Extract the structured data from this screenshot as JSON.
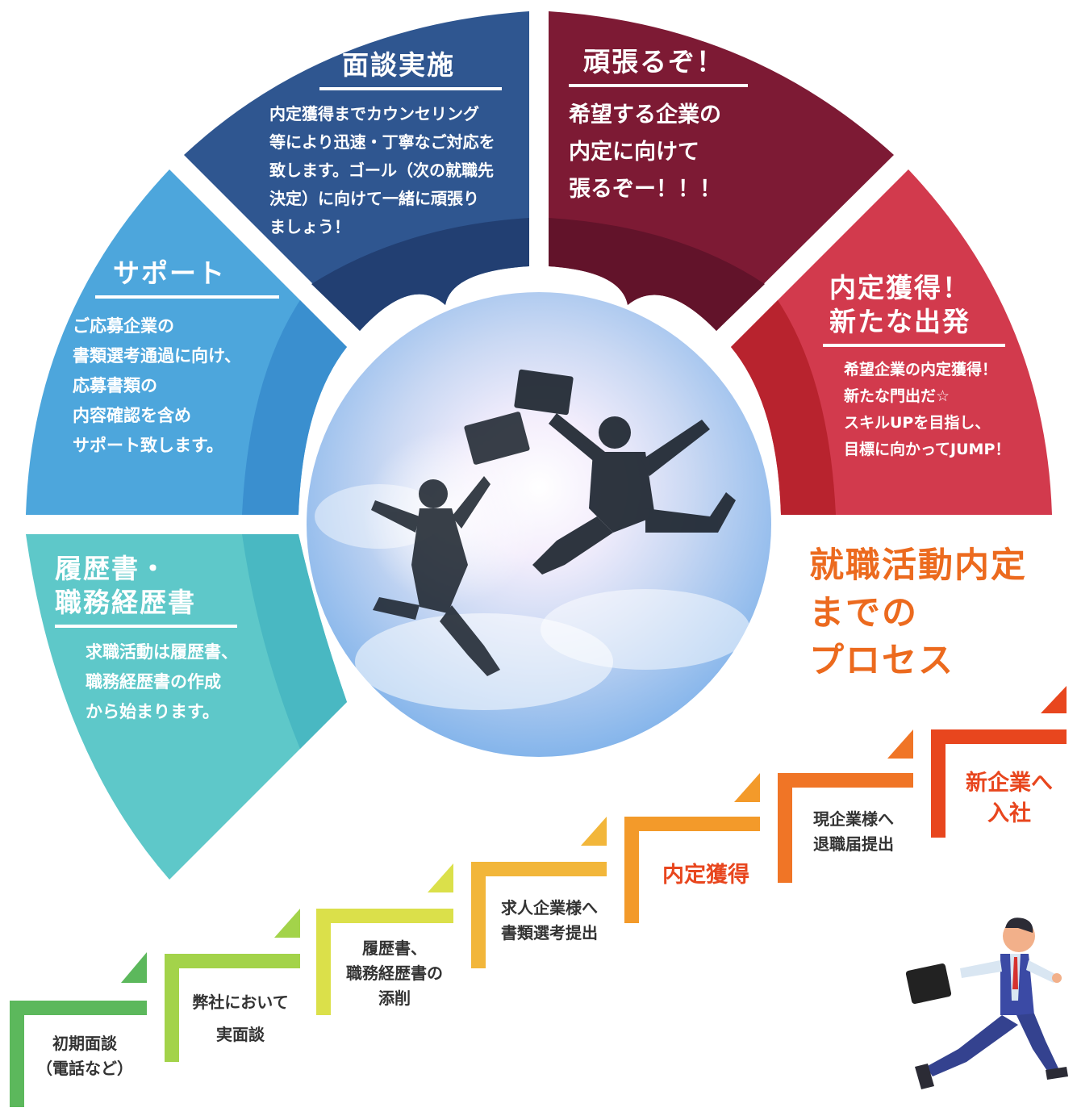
{
  "segments": [
    {
      "key": "resume",
      "title": "履歴書・\n職務経歴書",
      "body": "求職活動は履歴書、\n職務経歴書の作成\nから始まります。",
      "color": "#5ec8c9"
    },
    {
      "key": "support",
      "title": "サポート",
      "body": "ご応募企業の\n書類選考通過に向け、\n応募書類の\n内容確認を含め\nサポート致します。",
      "color": "#4da6dc"
    },
    {
      "key": "interview",
      "title": "面談実施",
      "body": "内定獲得までカウンセリング\n等により迅速・丁寧なご対応を\n致します。ゴール（次の就職先\n決定）に向けて一緒に頑張り\nましょう！",
      "color": "#2f5690"
    },
    {
      "key": "ganbaru",
      "title": "頑張るぞ！",
      "body": "希望する企業の\n内定に向けて\n張るぞー！！！",
      "color": "#7d1a34"
    },
    {
      "key": "offer",
      "title": "内定獲得！\n新たな出発",
      "body": "希望企業の内定獲得！\n新たな門出だ☆\nスキルUPを目指し、\n目標に向かってJUMP！",
      "color": "#d23a4d"
    }
  ],
  "process_title": "就職活動内定\nまでの\nプロセス",
  "steps": [
    {
      "label": "初期面談\n（電話など）",
      "color": "#5cb85c"
    },
    {
      "label": "弊社において\n実面談",
      "color": "#a3d34a"
    },
    {
      "label": "履歴書、\n職務経歴書の\n添削",
      "color": "#dbe04a"
    },
    {
      "label": "求人企業様へ\n書類選考提出",
      "color": "#f2b63a"
    },
    {
      "label": "内定獲得",
      "color": "#f39a2a"
    },
    {
      "label": "現企業様へ\n退職届提出",
      "color": "#f07526"
    },
    {
      "label": "新企業へ\n入社",
      "color": "#e8461e"
    }
  ]
}
